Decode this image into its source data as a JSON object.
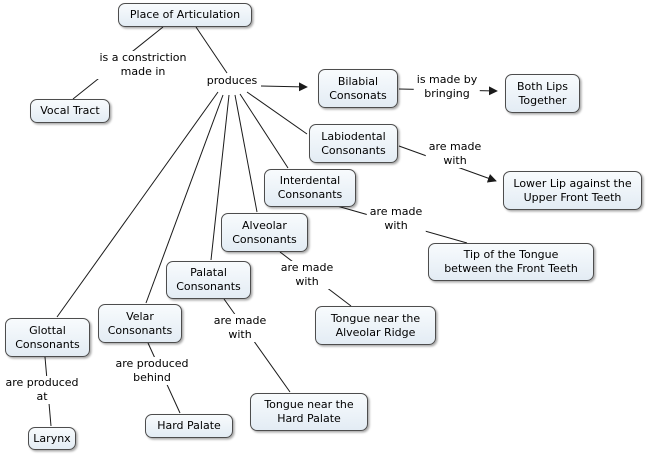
{
  "title": "Place of Articulation",
  "style": {
    "background": "#ffffff",
    "node_fill": "#e9f0f6",
    "node_border": "#4d4d4d",
    "line_color": "#1a1a1a"
  },
  "nodes": {
    "place_of_articulation": {
      "label": "Place of Articulation"
    },
    "vocal_tract": {
      "label": "Vocal Tract"
    },
    "bilabial_consonants": {
      "label": "Bilabial\nConsonats"
    },
    "both_lips_together": {
      "label": "Both Lips\nTogether"
    },
    "labiodental_consonants": {
      "label": "Labiodental\nConsonants"
    },
    "lower_lip_upper_front_teeth": {
      "label": "Lower Lip against the\nUpper Front Teeth"
    },
    "interdental_consonants": {
      "label": "Interdental\nConsonants"
    },
    "alveolar_consonants": {
      "label": "Alveolar\nConsonants"
    },
    "tip_of_tongue_front_teeth": {
      "label": "Tip of the Tongue\nbetween the Front Teeth"
    },
    "palatal_consonants": {
      "label": "Palatal\nConsonants"
    },
    "tongue_near_alveolar_ridge": {
      "label": "Tongue near the\nAlveolar Ridge"
    },
    "velar_consonants": {
      "label": "Velar\nConsonants"
    },
    "glottal_consonants": {
      "label": "Glottal\nConsonants"
    },
    "tongue_near_hard_palate": {
      "label": "Tongue near the\nHard Palate"
    },
    "hard_palate": {
      "label": "Hard Palate"
    },
    "larynx": {
      "label": "Larynx"
    }
  },
  "link_phrases": {
    "is_a_constriction_made_in": "is a constriction\nmade in",
    "produces": "produces",
    "is_made_by_bringing": "is made by\nbringing",
    "are_made_with_labiodental": "are made\nwith",
    "are_made_with_interdental": "are made\nwith",
    "are_made_with_alveolar": "are made\nwith",
    "are_made_with_palatal": "are made\nwith",
    "are_produced_behind": "are produced\nbehind",
    "are_produced_at": "are produced\nat"
  }
}
